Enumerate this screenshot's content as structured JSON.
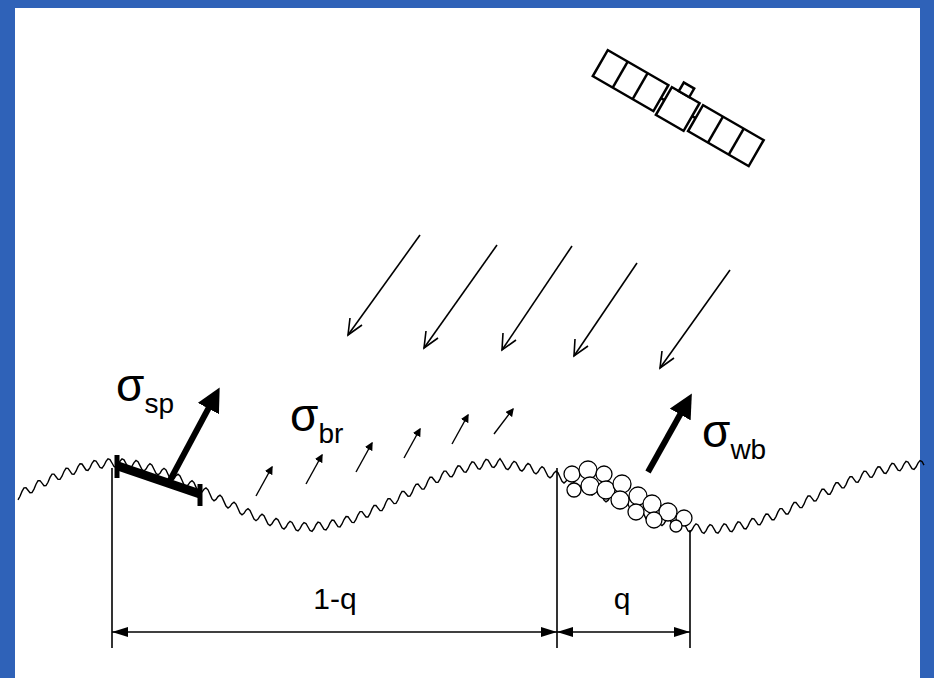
{
  "diagram": {
    "labels": [
      "σsp",
      "σbr",
      "σwb",
      "1-q",
      "q"
    ]
  }
}
